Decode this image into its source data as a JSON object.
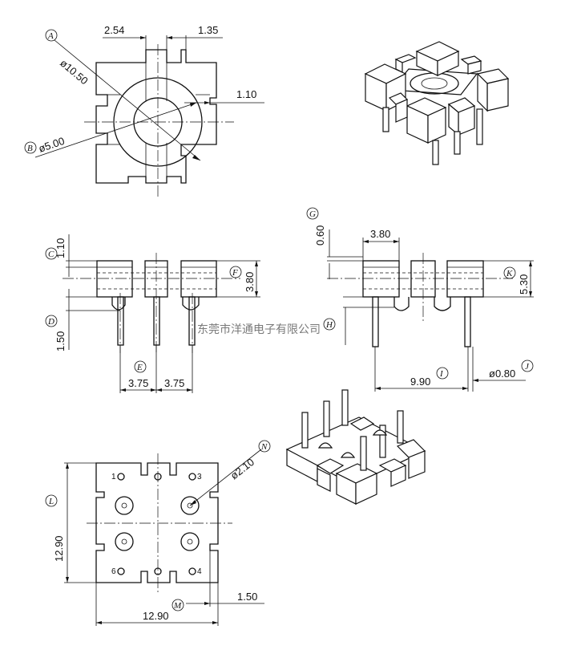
{
  "dimensions": {
    "slot_pitch": "2.54",
    "slot_width": "1.35",
    "slot_depth": "1.10",
    "outer_diameter": "ø10.50",
    "bore_diameter": "ø5.00",
    "flange_thickness": "1.10",
    "body_height_front": "3.80",
    "pin_offset": "1.50",
    "pin_pitch_a": "3.75",
    "pin_pitch_b": "3.75",
    "shim": "0.60",
    "block_width": "3.80",
    "body_height_side": "5.30",
    "pin_row_spacing": "9.90",
    "pin_diameter": "ø0.80",
    "overall_height": "12.90",
    "overall_width": "12.90",
    "edge_notch": "1.50",
    "standoff_diameter": "ø2.10"
  },
  "callouts": [
    "A",
    "B",
    "C",
    "D",
    "E",
    "F",
    "G",
    "H",
    "I",
    "J",
    "K",
    "L",
    "M",
    "N"
  ],
  "pin_numbers": [
    "1",
    "3",
    "6",
    "4"
  ],
  "watermark": "东莞市洋通电子有限公司"
}
